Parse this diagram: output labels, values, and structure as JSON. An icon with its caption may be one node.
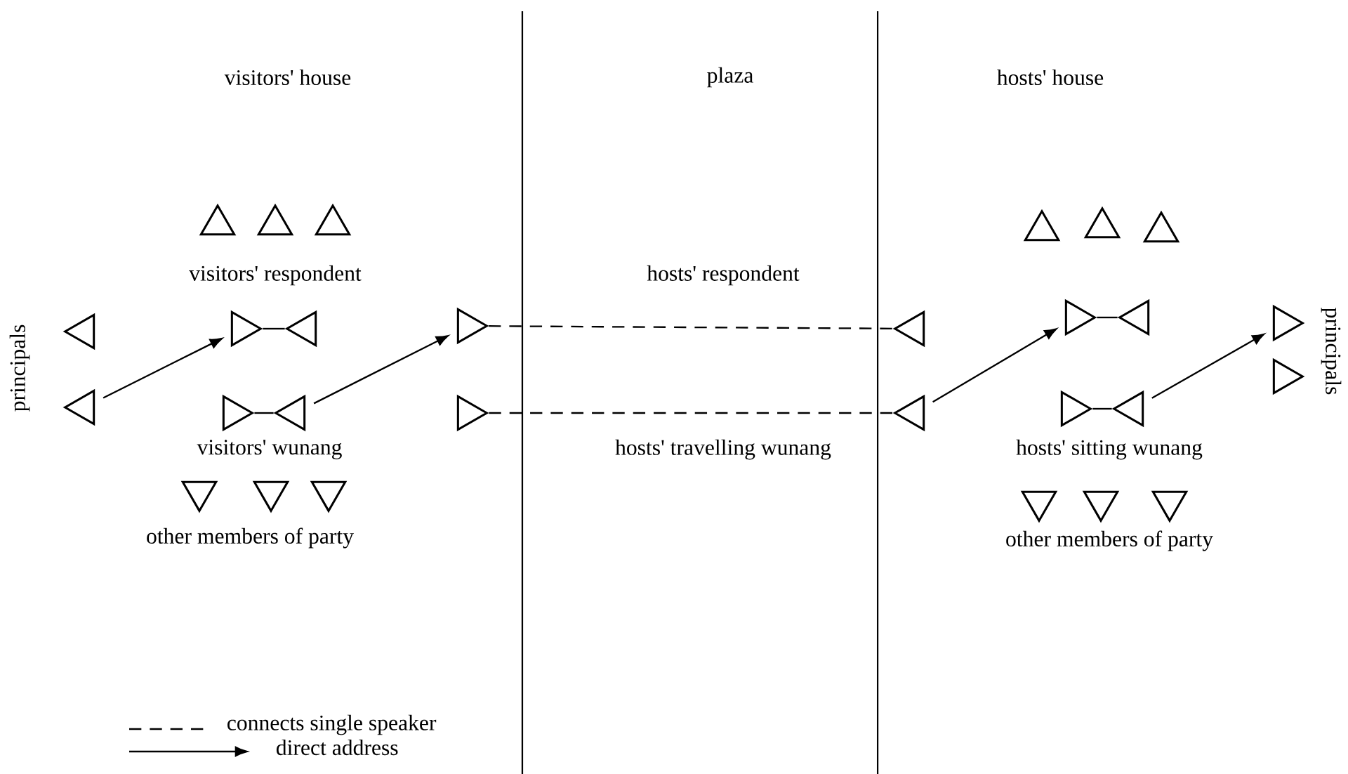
{
  "diagram": {
    "nodes": [
      {
        "text": [],
        "shape": "triangle"
      },
      {
        "text": [],
        "shape": "triangle"
      },
      {
        "text": [],
        "shape": "triangle"
      },
      {
        "text": [],
        "shape": "triangle"
      },
      {
        "text": [],
        "shape": "triangle"
      },
      {
        "text": [],
        "shape": "triangle"
      },
      {
        "text": [],
        "shape": "triangle"
      },
      {
        "text": [],
        "shape": "triangle"
      },
      {
        "text": [],
        "shape": "triangle"
      },
      {
        "text": [],
        "shape": "triangle"
      },
      {
        "text": [],
        "shape": "triangle"
      },
      {
        "text": [],
        "shape": "triangle"
      },
      {
        "text": [],
        "shape": "triangle"
      },
      {
        "text": [],
        "shape": "triangle"
      },
      {
        "text": [],
        "shape": "triangle"
      },
      {
        "text": [],
        "shape": "triangle"
      },
      {
        "text": [],
        "shape": "triangle"
      },
      {
        "text": [],
        "shape": "triangle"
      },
      {
        "text": [],
        "shape": "triangle"
      },
      {
        "text": [],
        "shape": "triangle"
      },
      {
        "text": [],
        "shape": "triangle"
      },
      {
        "text": [],
        "shape": "triangle"
      },
      {
        "text": [],
        "shape": "triangle"
      },
      {
        "text": [],
        "shape": "triangle"
      },
      {
        "text": [],
        "shape": "triangle"
      },
      {
        "text": [],
        "shape": "triangle"
      },
      {
        "text": [],
        "shape": "triangle"
      },
      {
        "text": [],
        "shape": "triangle"
      }
    ],
    "edges": [
      {
        "from": 4,
        "to": 5,
        "arrow": "to"
      },
      {
        "from": 8,
        "to": 12,
        "arrow": "to"
      },
      {
        "from": 5,
        "to": 6,
        "arrow": "none"
      },
      {
        "from": 7,
        "to": 8,
        "arrow": "none"
      },
      {
        "from": 12,
        "to": 14,
        "arrow": "none",
        "style": "dashed"
      },
      {
        "from": 13,
        "to": 15,
        "arrow": "none",
        "style": "dashed"
      },
      {
        "from": 15,
        "to": 19,
        "arrow": "to"
      },
      {
        "from": 19,
        "to": 20,
        "arrow": "none"
      },
      {
        "from": 21,
        "to": 22,
        "arrow": "none"
      },
      {
        "from": 22,
        "to": 23,
        "arrow": "to"
      }
    ],
    "labels": [
      "visitors' house",
      "plaza",
      "hosts' house",
      "visitors' respondent",
      "hosts' respondent",
      "principals",
      "principals",
      "visitors' wunang",
      "hosts' travelling wunang",
      "hosts' sitting wunang",
      "other members of party",
      "other members of party"
    ],
    "legend": [
      {
        "text": "connects single speaker"
      },
      {
        "text": "direct address"
      }
    ]
  }
}
